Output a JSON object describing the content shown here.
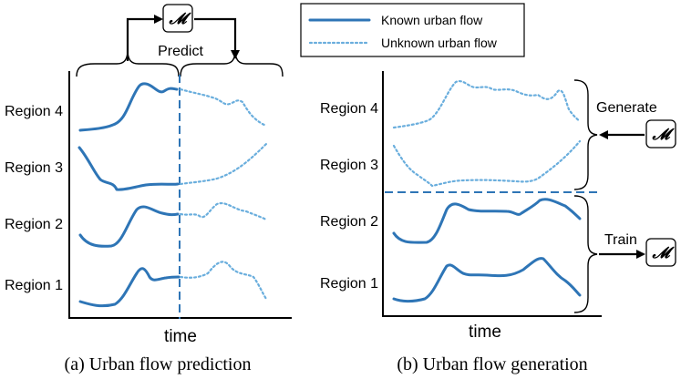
{
  "legend": {
    "known_label": "Known urban flow",
    "unknown_label": "Unknown urban flow",
    "known_color": "#2e75b6",
    "unknown_color": "#6aaedd"
  },
  "model_symbol": "𝓜",
  "panel_a": {
    "caption": "(a) Urban flow prediction",
    "action_label": "Predict",
    "x_axis_label": "time",
    "regions": [
      "Region 4",
      "Region 3",
      "Region 2",
      "Region 1"
    ]
  },
  "panel_b": {
    "caption": "(b) Urban flow generation",
    "generate_label": "Generate",
    "train_label": "Train",
    "x_axis_label": "time",
    "regions": [
      "Region 4",
      "Region 3",
      "Region 2",
      "Region 1"
    ]
  }
}
